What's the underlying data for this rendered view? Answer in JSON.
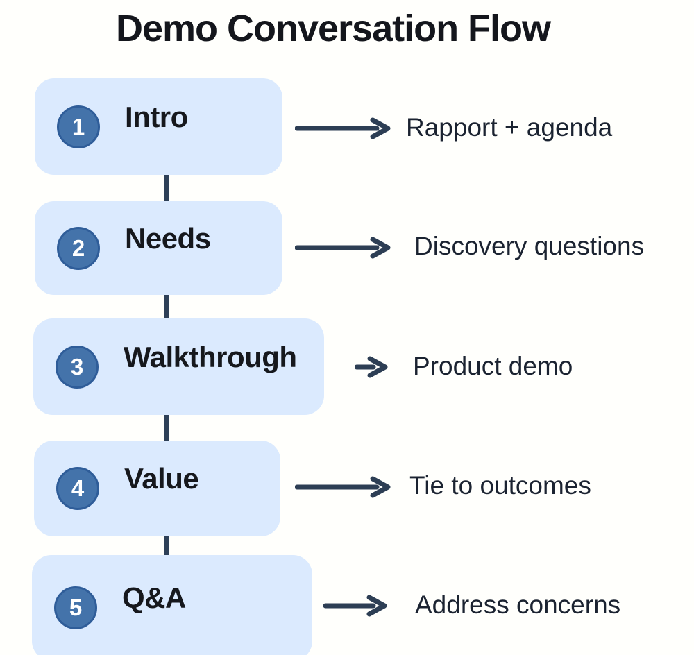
{
  "title": "Demo Conversation Flow",
  "steps": [
    {
      "number": "1",
      "label": "Intro",
      "description": "Rapport + agenda"
    },
    {
      "number": "2",
      "label": "Needs",
      "description": "Discovery questions"
    },
    {
      "number": "3",
      "label": "Walkthrough",
      "description": "Product demo"
    },
    {
      "number": "4",
      "label": "Value",
      "description": "Tie to outcomes"
    },
    {
      "number": "5",
      "label": "Q&A",
      "description": "Address concerns"
    }
  ],
  "colors": {
    "background": "#fffffc",
    "card_fill": "#dbeafe",
    "badge_fill": "#4473aa",
    "badge_border": "#2f5d99",
    "arrow": "#2d3e54",
    "title_text": "#14161c",
    "label_text": "#16181d",
    "description_text": "#1b2331"
  }
}
